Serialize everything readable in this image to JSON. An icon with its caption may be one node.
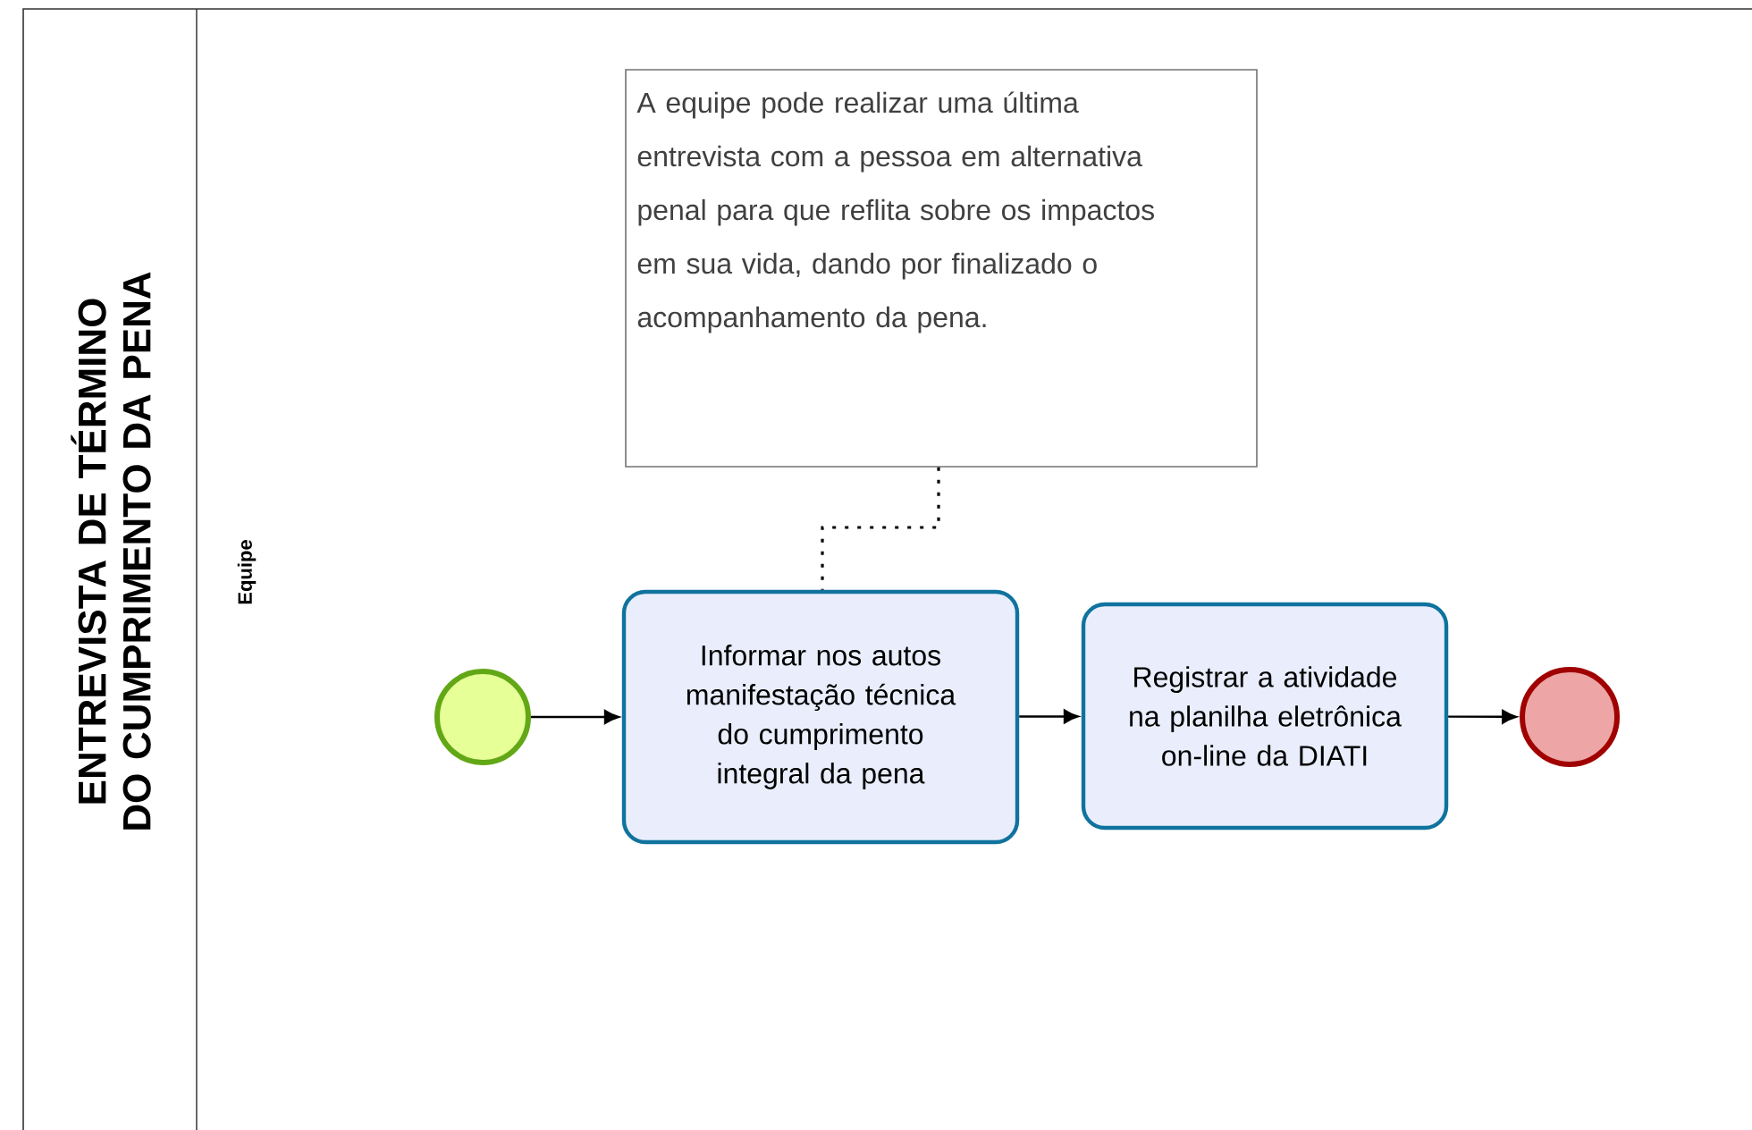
{
  "diagram": {
    "nodes": [
      {
        "text": [
          "ENTREVISTA DE TÉRMINO DO CUMPRIMENTO DA PENA"
        ]
      },
      {
        "text": [
          "Equipe"
        ],
        "in": 0
      },
      {
        "text": [
          "A equipe pode realizar uma última entrevista com a pessoa em alternativa penal para que reflita sobre os impactos em sua vida, dando por finalizado o acompanhamento da pena."
        ],
        "in": 1
      },
      {
        "text": [],
        "shape": "circle",
        "in": 1
      },
      {
        "text": [
          "Informar nos autos manifestação técnica do cumprimento integral da pena"
        ],
        "in": 1
      },
      {
        "text": [
          "Registrar a atividade na planilha eletrônica on-line da DIATI"
        ],
        "in": 1
      },
      {
        "text": [],
        "shape": "circle",
        "in": 1
      }
    ],
    "edges": [
      {
        "from": 2,
        "to": 4,
        "arrow": "none",
        "style": "dashed"
      },
      {
        "from": 3,
        "to": 4,
        "arrow": "to"
      },
      {
        "from": 4,
        "to": 5,
        "arrow": "to"
      },
      {
        "from": 5,
        "to": 6,
        "arrow": "to"
      }
    ]
  }
}
